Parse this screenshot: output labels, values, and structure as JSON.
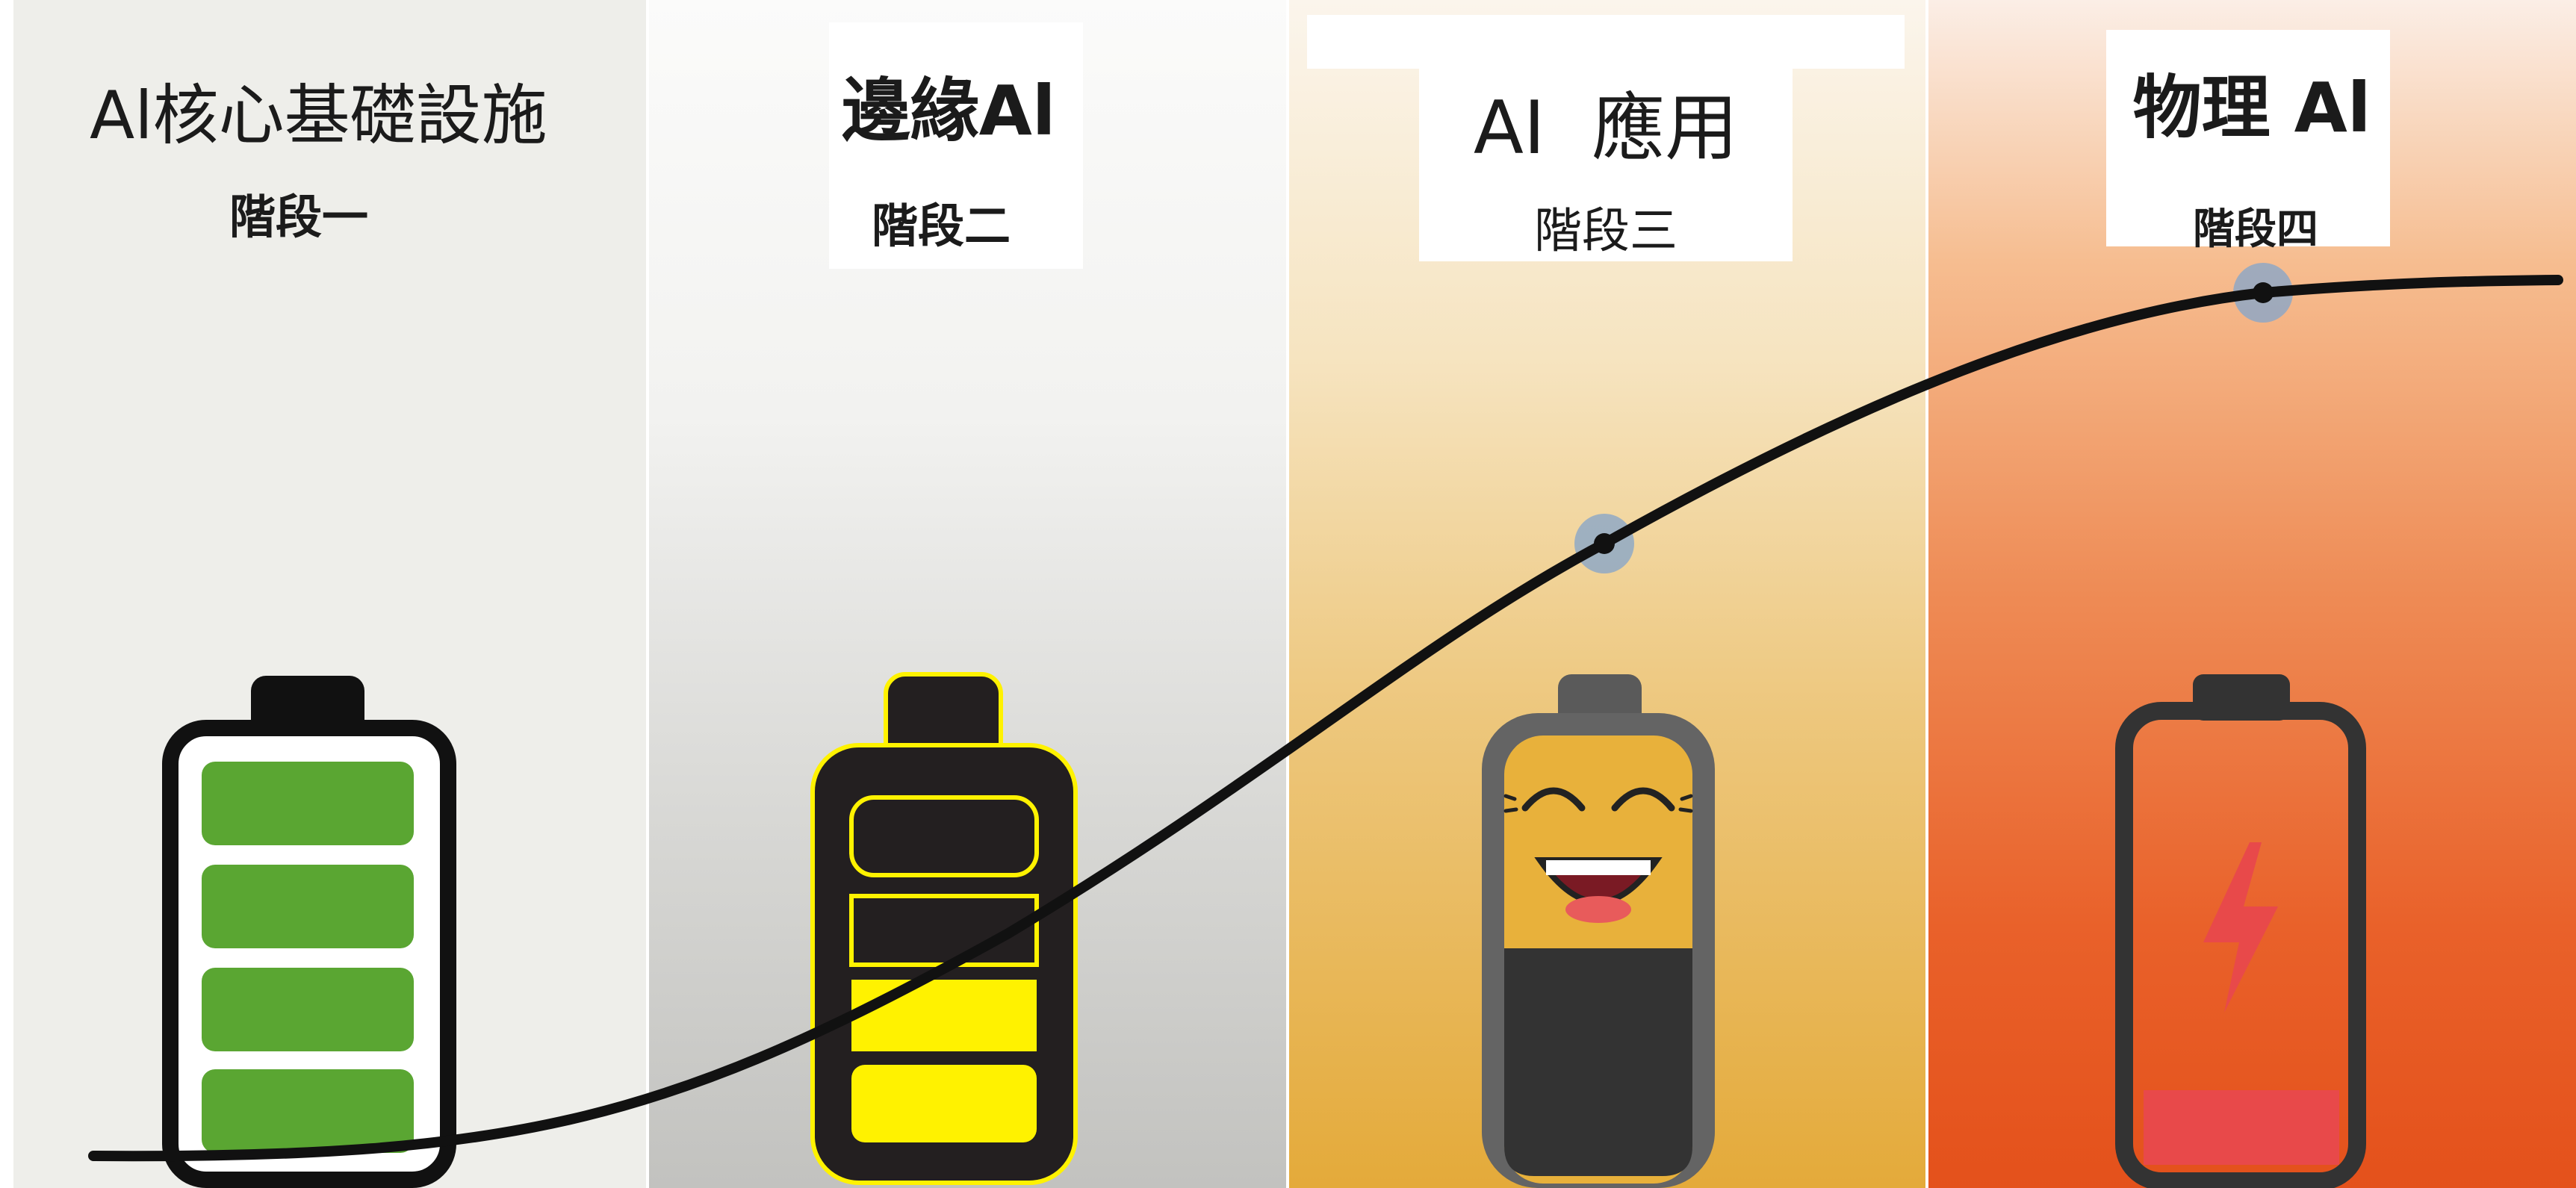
{
  "stages": [
    {
      "title": "Al核心基礎設施",
      "stage": "階段一",
      "battery": "full-green"
    },
    {
      "title": "邊緣Al",
      "stage": "階段二",
      "battery": "half-yellow"
    },
    {
      "title": "AI  應用",
      "stage": "階段三",
      "battery": "smiling-orange"
    },
    {
      "title": "物理 Al",
      "stage": "階段四",
      "battery": "low-red-charging"
    }
  ],
  "colors": {
    "green": "#5aa632",
    "yellow": "#fff200",
    "orange": "#e8b13b",
    "red": "#e8494a",
    "curve": "#111111",
    "marker_halo": "#8aa6c8"
  }
}
